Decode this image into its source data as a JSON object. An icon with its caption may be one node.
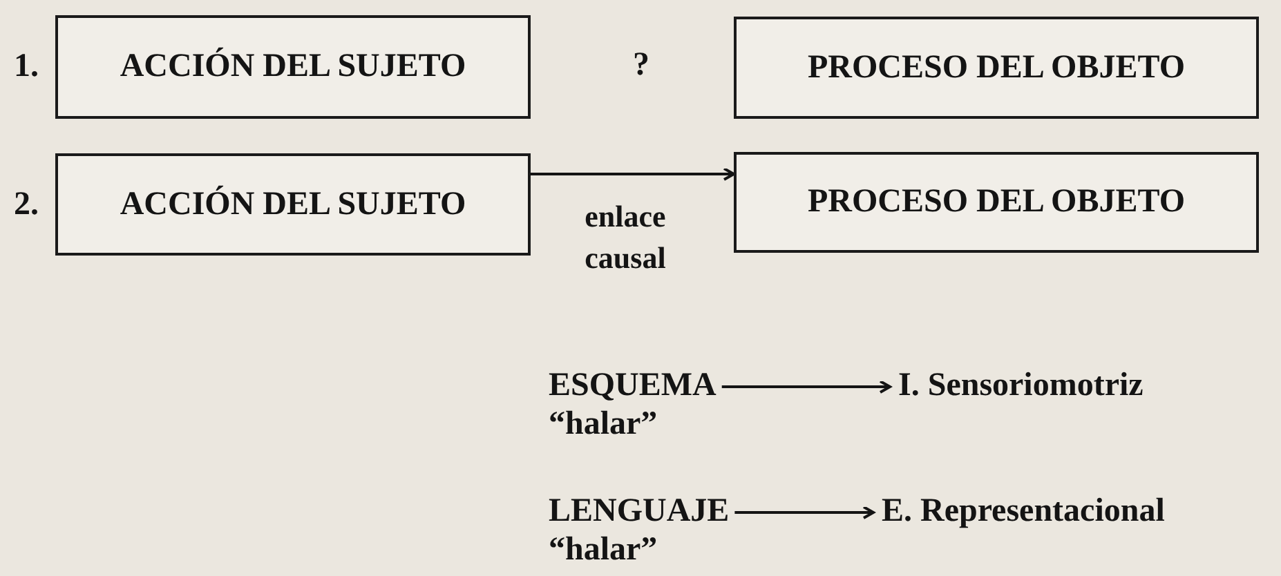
{
  "diagram": {
    "nodes": [
      {
        "text": [
          "1.",
          "ACCIÓN DEL SUJETO"
        ]
      },
      {
        "text": [
          "PROCESO DEL OBJETO"
        ]
      },
      {
        "text": [
          "2.",
          "ACCIÓN DEL SUJETO"
        ]
      },
      {
        "text": [
          "PROCESO DEL OBJETO"
        ]
      },
      {
        "text": [
          "ESQUEMA",
          "“halar”"
        ]
      },
      {
        "text": [
          "I. Sensoriomotriz"
        ]
      },
      {
        "text": [
          "LENGUAJE",
          "“halar”"
        ]
      },
      {
        "text": [
          "E. Representacional"
        ]
      }
    ],
    "edges": [
      {
        "from": 2,
        "to": 3,
        "arrow": "to",
        "label": "enlace causal"
      },
      {
        "from": 4,
        "to": 5,
        "arrow": "to"
      },
      {
        "from": 6,
        "to": 7,
        "arrow": "to"
      }
    ],
    "labels": [
      "?"
    ]
  }
}
